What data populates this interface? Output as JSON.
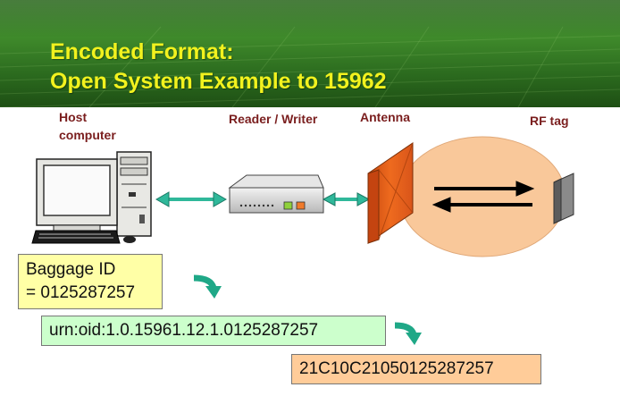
{
  "header": {
    "title_line1": "Encoded Format:",
    "title_line2": "Open System Example to 15962"
  },
  "labels": {
    "host_line1": "Host",
    "host_line2": "computer",
    "reader": "Reader / Writer",
    "antenna": "Antenna",
    "rftag": "RF tag"
  },
  "boxes": {
    "baggage_line1": "Baggage ID",
    "baggage_line2": "= 0125287257",
    "urn": "urn:oid:1.0.15961.12.1.0125287257",
    "hex": "21C10C21050125287257"
  },
  "colors": {
    "header_green": "#3f8a2b",
    "title_yellow": "#f2f21e",
    "label_red": "#7a1e1e",
    "link_teal": "#2fb89a",
    "antenna_orange": "#ee6a1e",
    "rf_field": "#f9c89a",
    "baggage_fill": "#ffffa6",
    "urn_fill": "#ccffcc",
    "hex_fill": "#ffcc99"
  }
}
